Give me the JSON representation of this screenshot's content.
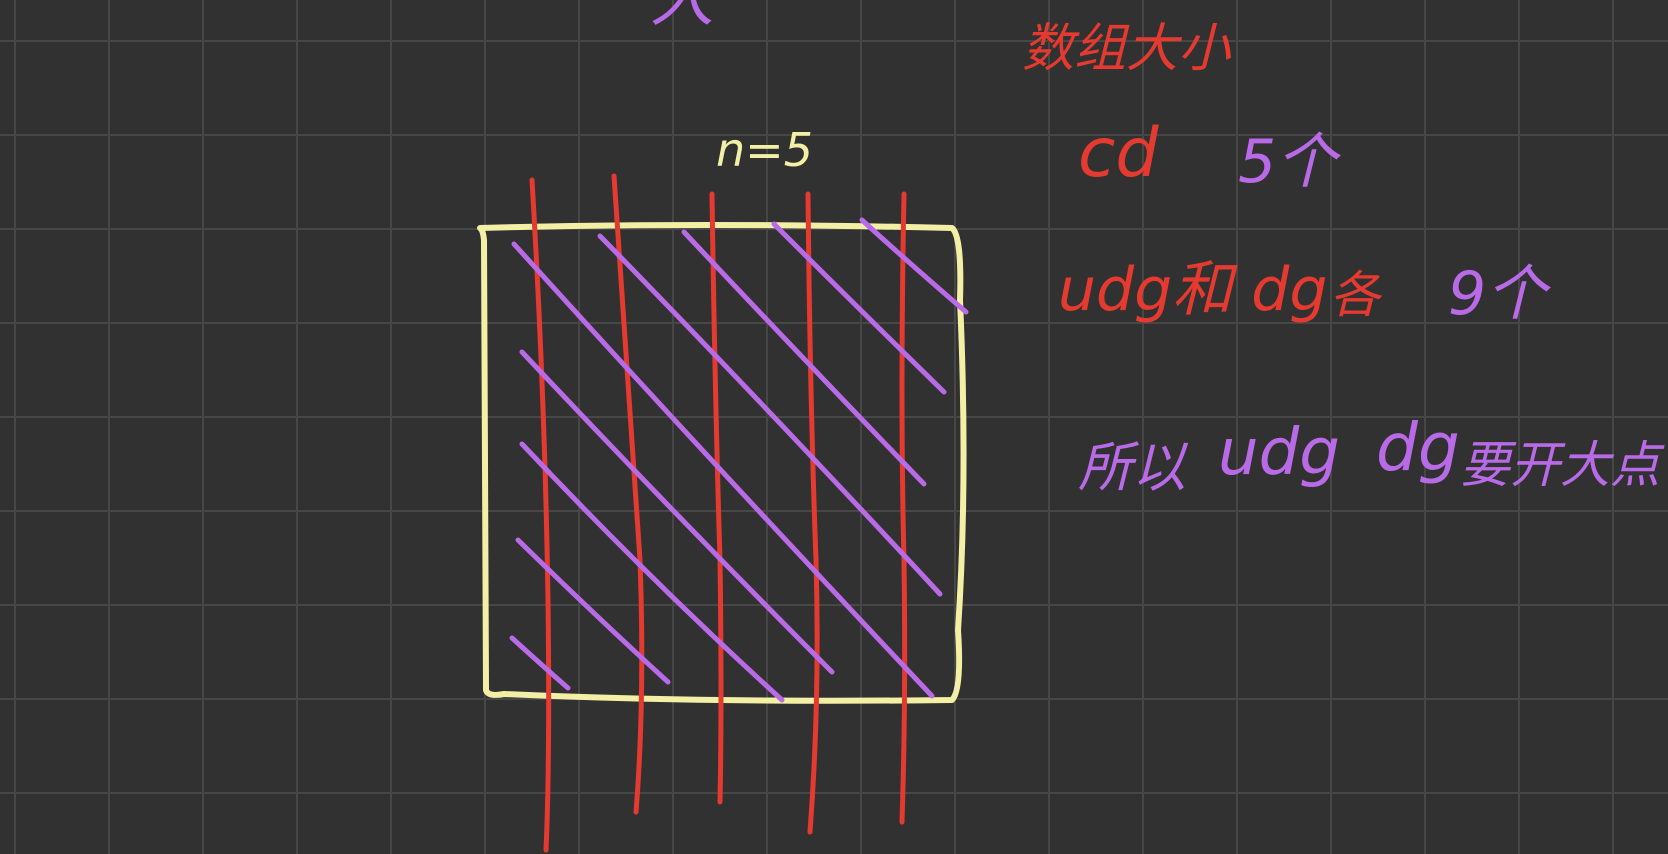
{
  "canvas": {
    "background": "#313131",
    "grid_color": "#474747"
  },
  "colors": {
    "square": "#f3f0a6",
    "cd_lines": "#e53a30",
    "udg_lines": "#b96ae6",
    "red_text": "#e53a30",
    "purple_text": "#b96ae6",
    "white_text": "#f3f0a6"
  },
  "notes": {
    "top_mark": "人",
    "array_size": "数组大小",
    "n_label": "n=5",
    "cd_label": "cd",
    "cd_count": "5个",
    "udg_label": "udg和 dg",
    "udg_suffix": "各",
    "udg_count": "9个",
    "conclusion_prefix": "所以",
    "conclusion_udg": "udg",
    "conclusion_dg": "dg",
    "conclusion_suffix": "要开大点"
  }
}
